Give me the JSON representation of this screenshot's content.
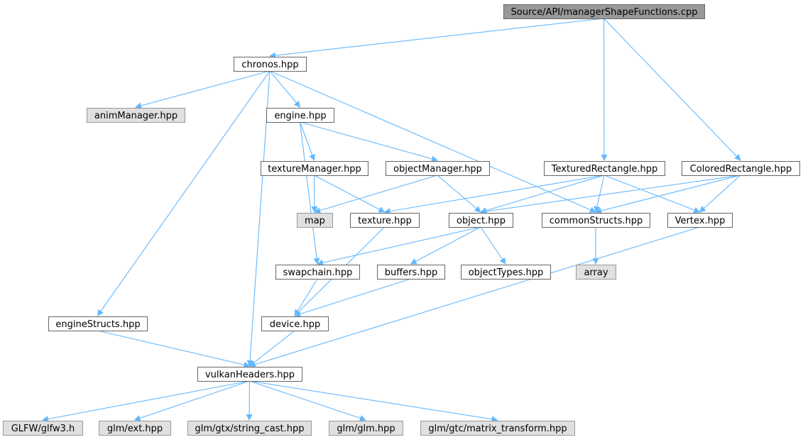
{
  "colors": {
    "edge": "#63b8ff",
    "root_fill": "#999999",
    "root_stroke": "#666666",
    "node_fill": "#ffffff",
    "node_stroke": "#666666",
    "external_fill": "#e0e0e0",
    "external_stroke": "#999999"
  },
  "nodes": {
    "root": "Source/API/managerShapeFunctions.cpp",
    "chronos": "chronos.hpp",
    "animManager": "animManager.hpp",
    "engine": "engine.hpp",
    "texturedRect": "TexturedRectangle.hpp",
    "coloredRect": "ColoredRectangle.hpp",
    "textureManager": "textureManager.hpp",
    "objectManager": "objectManager.hpp",
    "map": "map",
    "texture": "texture.hpp",
    "object": "object.hpp",
    "commonStructs": "commonStructs.hpp",
    "vertex": "Vertex.hpp",
    "swapchain": "swapchain.hpp",
    "buffers": "buffers.hpp",
    "objectTypes": "objectTypes.hpp",
    "array": "array",
    "engineStructs": "engineStructs.hpp",
    "device": "device.hpp",
    "vulkanHeaders": "vulkanHeaders.hpp",
    "glfw": "GLFW/glfw3.h",
    "glmExt": "glm/ext.hpp",
    "glmStringCast": "glm/gtx/string_cast.hpp",
    "glmGlm": "glm/glm.hpp",
    "glmMatrix": "glm/gtc/matrix_transform.hpp"
  },
  "edges": [
    [
      "root",
      "chronos"
    ],
    [
      "root",
      "texturedRect"
    ],
    [
      "root",
      "coloredRect"
    ],
    [
      "chronos",
      "animManager"
    ],
    [
      "chronos",
      "engine"
    ],
    [
      "chronos",
      "engineStructs"
    ],
    [
      "chronos",
      "vulkanHeaders"
    ],
    [
      "chronos",
      "commonStructs"
    ],
    [
      "engine",
      "textureManager"
    ],
    [
      "engine",
      "objectManager"
    ],
    [
      "engine",
      "swapchain"
    ],
    [
      "textureManager",
      "map"
    ],
    [
      "textureManager",
      "texture"
    ],
    [
      "objectManager",
      "map"
    ],
    [
      "objectManager",
      "object"
    ],
    [
      "texturedRect",
      "texture"
    ],
    [
      "texturedRect",
      "object"
    ],
    [
      "texturedRect",
      "commonStructs"
    ],
    [
      "texturedRect",
      "vertex"
    ],
    [
      "coloredRect",
      "object"
    ],
    [
      "coloredRect",
      "commonStructs"
    ],
    [
      "coloredRect",
      "vertex"
    ],
    [
      "texture",
      "device"
    ],
    [
      "object",
      "swapchain"
    ],
    [
      "object",
      "buffers"
    ],
    [
      "object",
      "objectTypes"
    ],
    [
      "commonStructs",
      "array"
    ],
    [
      "vertex",
      "vulkanHeaders"
    ],
    [
      "swapchain",
      "device"
    ],
    [
      "buffers",
      "device"
    ],
    [
      "engineStructs",
      "vulkanHeaders"
    ],
    [
      "device",
      "vulkanHeaders"
    ],
    [
      "vulkanHeaders",
      "glfw"
    ],
    [
      "vulkanHeaders",
      "glmExt"
    ],
    [
      "vulkanHeaders",
      "glmStringCast"
    ],
    [
      "vulkanHeaders",
      "glmGlm"
    ],
    [
      "vulkanHeaders",
      "glmMatrix"
    ]
  ]
}
